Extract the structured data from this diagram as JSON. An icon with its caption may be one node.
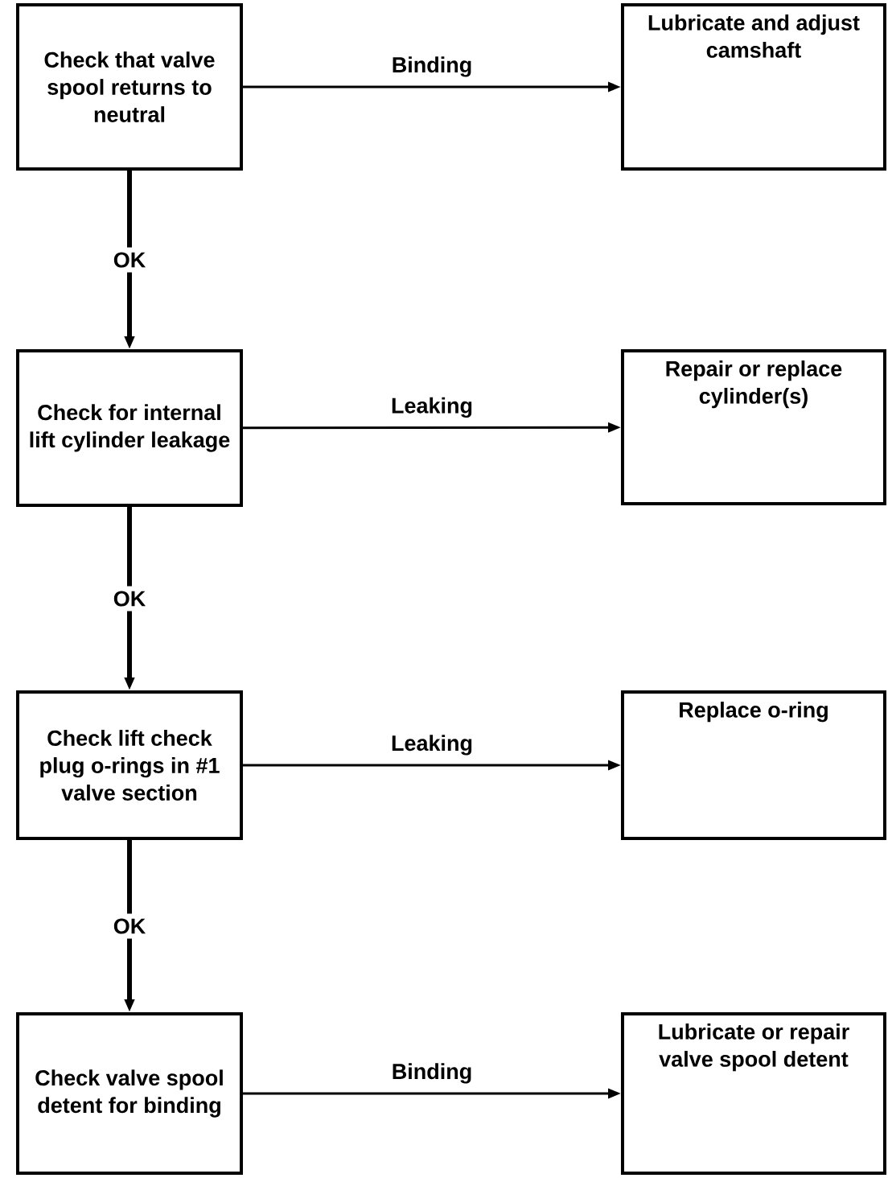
{
  "diagram": {
    "nodes": [
      {
        "text": [
          "Check that valve spool returns to neutral"
        ]
      },
      {
        "text": [
          "Lubricate and adjust camshaft"
        ]
      },
      {
        "text": [
          "Check for internal lift cylinder leakage"
        ]
      },
      {
        "text": [
          "Repair or replace cylinder(s)"
        ]
      },
      {
        "text": [
          "Check lift check plug o-rings in #1 valve section"
        ]
      },
      {
        "text": [
          "Replace o-ring"
        ]
      },
      {
        "text": [
          "Check valve spool detent for binding"
        ]
      },
      {
        "text": [
          "Lubricate or repair valve spool detent"
        ]
      }
    ],
    "edges": [
      {
        "from": 0,
        "to": 1,
        "arrow": "to",
        "label": "Binding"
      },
      {
        "from": 0,
        "to": 2,
        "arrow": "to",
        "label": "OK",
        "style": "thick"
      },
      {
        "from": 2,
        "to": 3,
        "arrow": "to",
        "label": "Leaking"
      },
      {
        "from": 2,
        "to": 4,
        "arrow": "to",
        "label": "OK",
        "style": "thick"
      },
      {
        "from": 4,
        "to": 5,
        "arrow": "to",
        "label": "Leaking"
      },
      {
        "from": 4,
        "to": 6,
        "arrow": "to",
        "label": "OK",
        "style": "thick"
      },
      {
        "from": 6,
        "to": 7,
        "arrow": "to",
        "label": "Binding"
      }
    ]
  }
}
